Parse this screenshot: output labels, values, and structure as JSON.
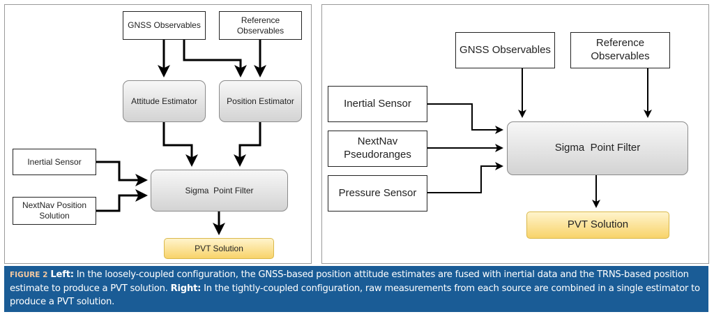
{
  "left_diagram": {
    "gnss_obs": "GNSS Observables",
    "ref_obs_1": "Reference",
    "ref_obs_2": "Observables",
    "attitude": "Attitude Estimator",
    "position": "Position Estimator",
    "inertial": "Inertial Sensor",
    "nextnav_1": "NextNav Position",
    "nextnav_2": "Solution",
    "filter": "Sigma  Point Filter",
    "pvt": "PVT Solution"
  },
  "right_diagram": {
    "gnss_obs": "GNSS Observables",
    "ref_obs_1": "Reference",
    "ref_obs_2": "Observables",
    "inertial": "Inertial Sensor",
    "nextnav_1": "NextNav",
    "nextnav_2": "Pseudoranges",
    "pressure": "Pressure Sensor",
    "filter": "Sigma  Point Filter",
    "pvt": "PVT Solution"
  },
  "caption": {
    "figure_label": "FIGURE 2",
    "left_label": "Left:",
    "left_text": " In the loosely-coupled configuration, the GNSS-based position attitude estimates are fused with inertial data and the TRNS-based position estimate to produce a PVT solution. ",
    "right_label": "Right:",
    "right_text": " In the tightly-coupled configuration, raw measurements from each source are combined in a single estimator to produce a PVT solution."
  }
}
